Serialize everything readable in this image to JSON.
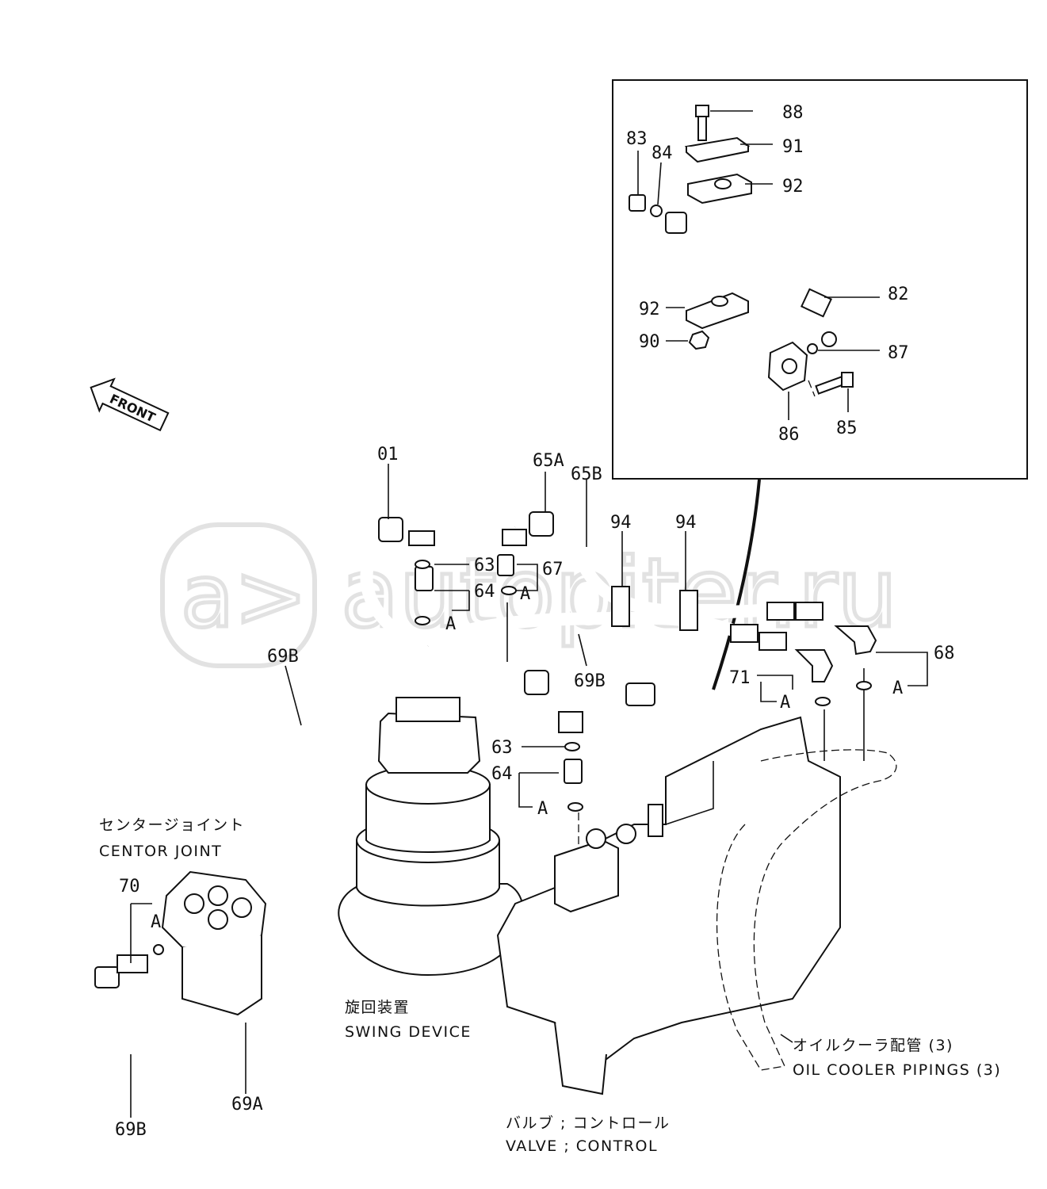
{
  "watermark": "autopiter.ru",
  "direction": "FRONT",
  "detail_labels": {
    "p88": "88",
    "p91": "91",
    "p92a": "92",
    "p83": "83",
    "p84": "84",
    "p82": "82",
    "p92b": "92",
    "p90": "90",
    "p87": "87",
    "p86": "86",
    "p85": "85"
  },
  "labels": {
    "p01": "01",
    "p65a": "65A",
    "p65b": "65B",
    "p94a": "94",
    "p94b": "94",
    "p63a": "63",
    "p64a": "64",
    "p67": "67",
    "aA1": "A",
    "aA2": "A",
    "p69b_left": "69B",
    "p69b_mid": "69B",
    "p68": "68",
    "aA3": "A",
    "p71": "71",
    "aA4": "A",
    "p63b": "63",
    "p64b": "64",
    "aA5": "A",
    "p70": "70",
    "aA6": "A",
    "p69b_bottom": "69B",
    "p69a": "69A"
  },
  "captions": {
    "center_joint_jp": "センタージョイント",
    "center_joint_en": "CENTOR JOINT",
    "swing_jp": "旋回装置",
    "swing_en": "SWING DEVICE",
    "oil_cooler_jp": "オイルクーラ配管 (3)",
    "oil_cooler_en": "OIL COOLER PIPINGS (3)",
    "valve_jp": "バルブ ; コントロール",
    "valve_en": "VALVE ; CONTROL"
  }
}
